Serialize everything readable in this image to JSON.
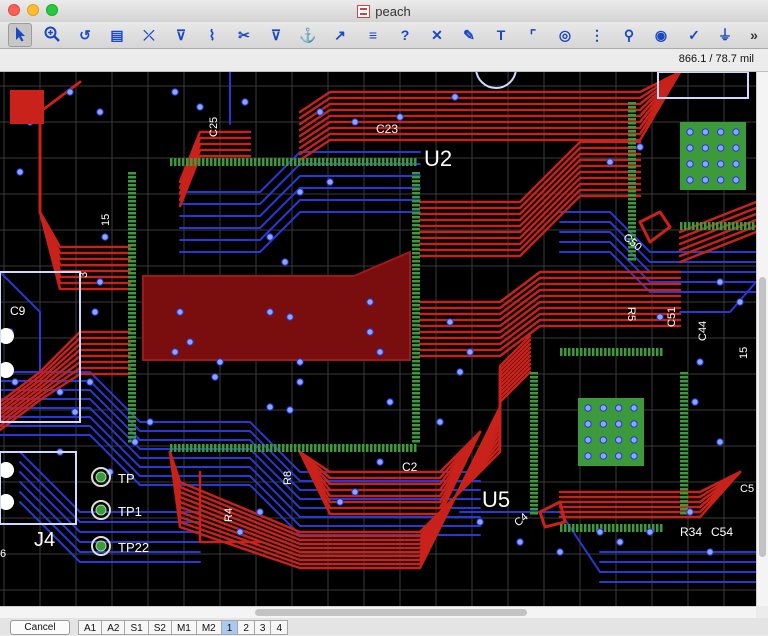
{
  "window": {
    "title": "peach"
  },
  "toolbar": {
    "tools": [
      {
        "id": "pointer",
        "icon": "pointer-icon",
        "glyph": "",
        "active": true
      },
      {
        "id": "zoom",
        "icon": "zoom-icon",
        "glyph": ""
      },
      {
        "id": "rotate",
        "icon": "rotate-icon",
        "glyph": "↺"
      },
      {
        "id": "footprint",
        "icon": "footprint-icon",
        "glyph": "▤"
      },
      {
        "id": "trace",
        "icon": "trace-icon",
        "glyph": "⤫"
      },
      {
        "id": "via",
        "icon": "via-icon",
        "glyph": "⊽"
      },
      {
        "id": "route",
        "icon": "route-icon",
        "glyph": "⌇"
      },
      {
        "id": "cut",
        "icon": "scissors-icon",
        "glyph": "✂"
      },
      {
        "id": "flip",
        "icon": "flip-icon",
        "glyph": "⊽"
      },
      {
        "id": "anchor",
        "icon": "anchor-icon",
        "glyph": "⚓"
      },
      {
        "id": "arc",
        "icon": "arc-icon",
        "glyph": "↗"
      },
      {
        "id": "bus",
        "icon": "bus-icon",
        "glyph": "≡"
      },
      {
        "id": "help",
        "icon": "help-icon",
        "glyph": "?"
      },
      {
        "id": "delete",
        "icon": "delete-icon",
        "glyph": "✕"
      },
      {
        "id": "draw",
        "icon": "pencil-icon",
        "glyph": "✎"
      },
      {
        "id": "text",
        "icon": "text-icon",
        "glyph": "T"
      },
      {
        "id": "corner",
        "icon": "corner-icon",
        "glyph": "⌜"
      },
      {
        "id": "target",
        "icon": "target-icon",
        "glyph": "◎"
      },
      {
        "id": "pads",
        "icon": "pads-icon",
        "glyph": "⋮"
      },
      {
        "id": "pin",
        "icon": "pin-icon",
        "glyph": "⚲"
      },
      {
        "id": "ring",
        "icon": "ring-icon",
        "glyph": "◉"
      },
      {
        "id": "check",
        "icon": "check-icon",
        "glyph": "✓"
      },
      {
        "id": "ground",
        "icon": "ground-icon",
        "glyph": "⏚"
      },
      {
        "id": "more",
        "icon": "overflow-icon",
        "glyph": "»"
      }
    ]
  },
  "coordinates": "866.1 / 78.7 mil",
  "board": {
    "labels": {
      "u2": "U2",
      "u5": "U5",
      "j4": "J4",
      "tp": "TP",
      "tp1": "TP1",
      "tp22": "TP22",
      "c23": "C23",
      "c25": "C25",
      "c50": "C50",
      "c51": "C51",
      "c44": "C44",
      "c54": "C54",
      "r34": "R34",
      "r4": "R4",
      "r8": "R8",
      "r5": "R5",
      "c2": "C2",
      "c4": "C4",
      "c9": "C9",
      "c5": "C5",
      "n15a": "15",
      "n15b": "15",
      "c3": "3",
      "n6": "6"
    }
  },
  "status": {
    "cancel_label": "Cancel",
    "layers": [
      "A1",
      "A2",
      "S1",
      "S2",
      "M1",
      "M2",
      "1",
      "2",
      "3",
      "4"
    ],
    "active_layer": "1"
  },
  "colors": {
    "copper_top": "#c8221a",
    "copper_bottom": "#2838d8",
    "pad": "#3d9a3a",
    "board_bg": "#000000",
    "accent": "#1a47c4"
  }
}
